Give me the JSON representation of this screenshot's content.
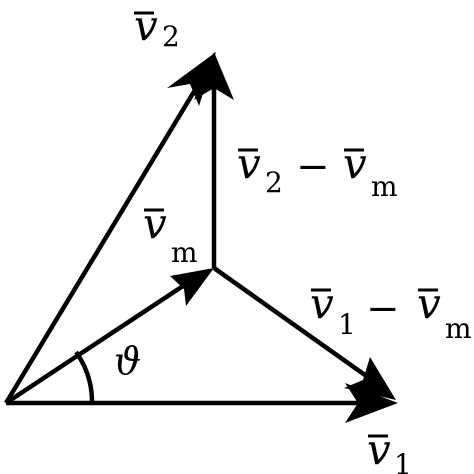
{
  "colors": {
    "ink": "#000000",
    "background": "#ffffff"
  },
  "labels": {
    "v2": {
      "symbol": "v",
      "sub": "2"
    },
    "vm": {
      "symbol": "v",
      "sub": "m"
    },
    "v1": {
      "symbol": "v",
      "sub": "1"
    },
    "v2_minus_vm": {
      "a": "v",
      "a_sub": "2",
      "op": "−",
      "b": "v",
      "b_sub": "m"
    },
    "v1_minus_vm": {
      "a": "v",
      "a_sub": "1",
      "op": "−",
      "b": "v",
      "b_sub": "m"
    },
    "angle": "ϑ"
  }
}
